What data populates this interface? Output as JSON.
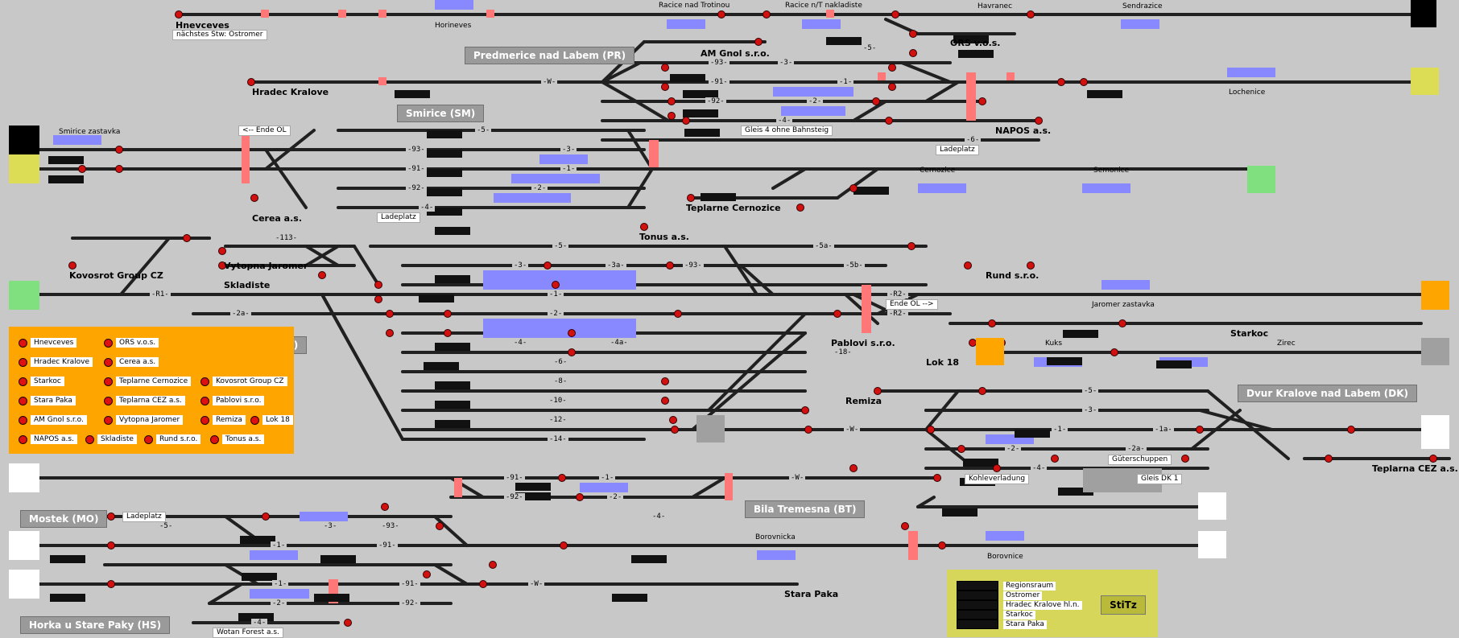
{
  "window": {
    "title": "Stellwerk – Bereich Jaromer"
  },
  "stations": {
    "hnevceves": "Hnevceves",
    "next_stw": "nächstes Stw: Ostromer",
    "horineves": "Horineves",
    "racice_trotinou": "Racice nad Trotinou",
    "racice_nakladiste": "Racice n/T nakladiste",
    "havranec": "Havranec",
    "sendrazice": "Sendrazice",
    "ors": "ORS v.o.s.",
    "am_gnol": "AM Gnol s.r.o.",
    "hradec": "Hradec Kralove",
    "lochenice": "Lochenice",
    "napos": "NAPOS a.s.",
    "ladeplatz_top": "Ladeplatz",
    "gleis4": "Gleis 4 ohne Bahnsteig",
    "smirice_zast": "Smirice zastavka",
    "ende_ol_left": "<-- Ende OL",
    "cernozice": "Cernozice",
    "semonice": "Semonice",
    "teplarne_cernozice": "Teplarne Cernozice",
    "cerea": "Cerea a.s.",
    "ladeplatz_mid": "Ladeplatz",
    "tonus": "Tonus a.s.",
    "kovosrot": "Kovosrot Group CZ",
    "vytopna": "Vytopna Jaromer",
    "skladiste": "Skladiste",
    "rund": "Rund s.r.o.",
    "ende_ol_right": "Ende OL -->",
    "jaromer_zast": "Jaromer zastavka",
    "starkoc": "Starkoc",
    "pablovi": "Pablovi s.r.o.",
    "lok18": "Lok 18",
    "kuks": "Kuks",
    "zirec": "Zirec",
    "remiza": "Remiza",
    "gueterschuppen": "Güterschuppen",
    "kohleverladung": "Kohleverladung",
    "gleis_dk1": "Gleis DK 1",
    "teplarna_cez": "Teplarna CEZ a.s.",
    "ladeplatz_mo": "Ladeplatz",
    "borovnicka": "Borovnicka",
    "borovnice": "Borovnice",
    "stara_paka": "Stara Paka",
    "wotan": "Wotan Forest a.s."
  },
  "groups": {
    "predmerice": "Predmerice nad Labem (PR)",
    "smirice": "Smirice (SM)",
    "jaromer": "Jaromer (JA)",
    "dvur": "Dvur Kralove nad Labem (DK)",
    "bila": "Bila Tremesna (BT)",
    "mostek": "Mostek (MO)",
    "horka": "Horka u Stare Paky (HS)"
  },
  "track_labels": {
    "w1": "-W-",
    "r1": "-R1-",
    "r2a": "-R2-",
    "r2b": "-R2-",
    "w2": "-W-",
    "w3": "-W-",
    "w4": "-W-",
    "t3a": "-3-",
    "t1a": "-1-",
    "t2a": "-2-",
    "t4a": "-4-",
    "t92": "-92-",
    "t91": "-91-",
    "t93": "-93-",
    "t5": "-5-",
    "t6": "-6-",
    "s5": "-5-",
    "s93": "-93-",
    "s3": "-3-",
    "s91": "-91-",
    "s1": "-1-",
    "s92": "-92-",
    "s2": "-2-",
    "s4": "-4-",
    "j113": "-113-",
    "j5": "-5-",
    "j3": "-3-",
    "j3a": "-3a-",
    "j93": "-93-",
    "j1": "-1-",
    "j2": "-2-",
    "j4": "-4-",
    "j4a": "-4a-",
    "j6": "-6-",
    "j8": "-8-",
    "j10": "-10-",
    "j12": "-12-",
    "j14": "-14-",
    "j2a": "-2a-",
    "j5a": "-5a-",
    "j5b": "-5b-",
    "j18": "-18-",
    "d5": "-5-",
    "d3": "-3-",
    "d1": "-1-",
    "d1a": "-1a-",
    "d2": "-2-",
    "d2a": "-2a-",
    "d4": "-4-",
    "b91": "-91-",
    "b1": "-1-",
    "b92": "-92-",
    "b2": "-2-",
    "b4": "-4-",
    "m5": "-5-",
    "m3": "-3-",
    "m93": "-93-",
    "m1": "-1-",
    "m91": "-91-",
    "h1": "-1-",
    "h91": "-91-",
    "h2": "-2-",
    "h92": "-92-",
    "h4": "-4-"
  },
  "legend": [
    "Hnevceves",
    "ORS v.o.s.",
    "Hradec Kralove",
    "Cerea a.s.",
    "Starkoc",
    "Teplarne Cernozice",
    "Kovosrot Group CZ",
    "Stara Paka",
    "Teplarna CEZ a.s.",
    "Pablovi s.r.o.",
    "AM Gnol s.r.o.",
    "Vytopna Jaromer",
    "Remiza",
    "Lok 18",
    "NAPOS a.s.",
    "Skladiste",
    "Rund s.r.o.",
    "Tonus a.s."
  ],
  "console": {
    "rows": [
      "Regionsraum",
      "Ostromer",
      "Hradec Kralove hl.n.",
      "Starkoc",
      "Stara Paka"
    ],
    "button": "StiTz"
  },
  "colors": {
    "background": "#c8c8c8",
    "track": "#202020",
    "signal": "#d11010",
    "occupancy": "#8888ff",
    "warning": "#ff7777",
    "edge_green": "#80e080",
    "edge_yellow": "#dddd55",
    "edge_orange": "#ffa500",
    "legend": "#ffa500"
  }
}
